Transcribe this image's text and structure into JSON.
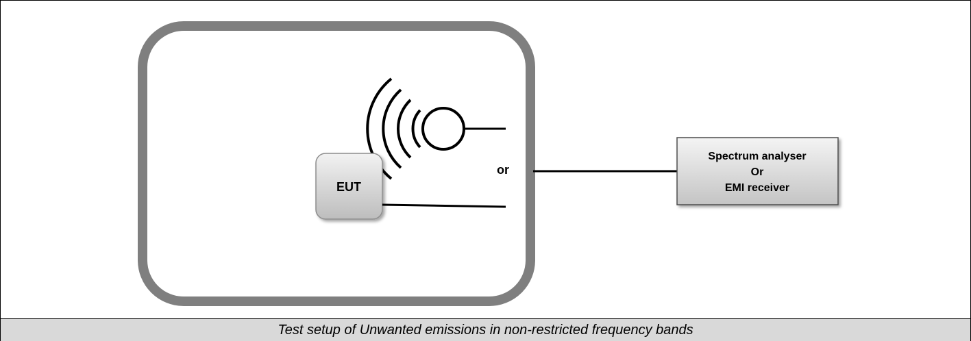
{
  "diagram": {
    "eut_label": "EUT",
    "or_label": "or",
    "analyser_lines": [
      "Spectrum analyser",
      "Or",
      "EMI receiver"
    ]
  },
  "caption": "Test setup of Unwanted emissions in non-restricted frequency bands",
  "colors": {
    "chamber_border": "#7f7f7f",
    "box_fill_light": "#f2f2f2",
    "box_fill_dark": "#bfbfbf",
    "caption_background": "#d9d9d9",
    "line": "#000000"
  }
}
